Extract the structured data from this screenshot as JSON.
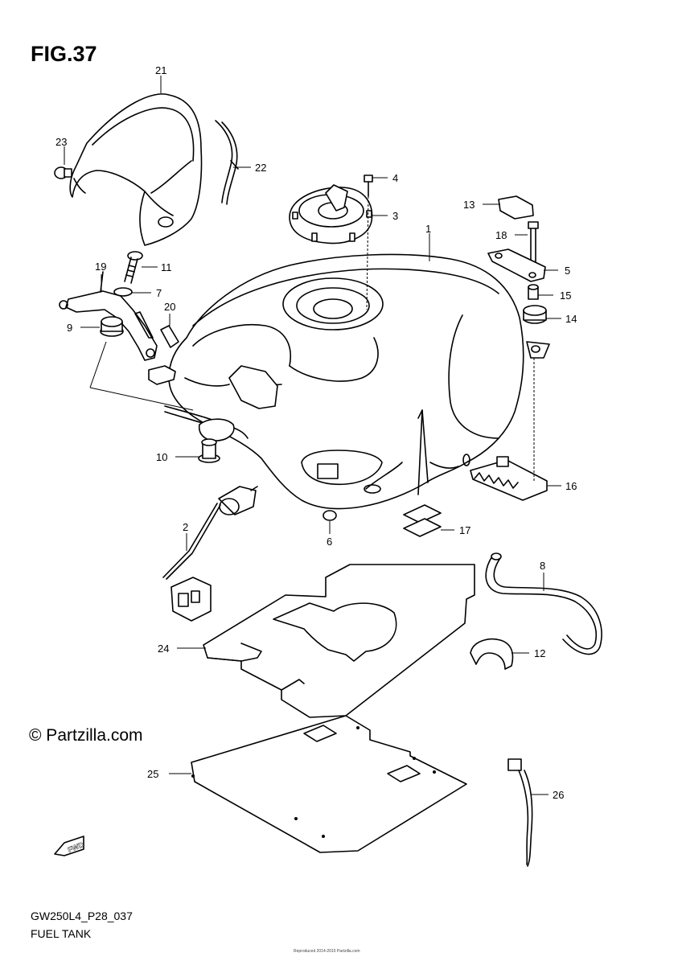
{
  "figure": {
    "title": "FIG.37",
    "model_code": "GW250L4_P28_037",
    "caption": "FUEL TANK",
    "watermark": "© Partzilla.com",
    "fwd_label": "FWD",
    "fine_print": "Reproduced 2014-2015 Partzilla.com"
  },
  "callouts": [
    {
      "id": "1"
    },
    {
      "id": "2"
    },
    {
      "id": "3"
    },
    {
      "id": "4"
    },
    {
      "id": "5"
    },
    {
      "id": "6"
    },
    {
      "id": "7"
    },
    {
      "id": "8"
    },
    {
      "id": "9"
    },
    {
      "id": "10"
    },
    {
      "id": "11"
    },
    {
      "id": "12"
    },
    {
      "id": "13"
    },
    {
      "id": "14"
    },
    {
      "id": "15"
    },
    {
      "id": "16"
    },
    {
      "id": "17"
    },
    {
      "id": "18"
    },
    {
      "id": "19"
    },
    {
      "id": "20"
    },
    {
      "id": "21"
    },
    {
      "id": "22"
    },
    {
      "id": "23"
    },
    {
      "id": "24"
    },
    {
      "id": "25"
    },
    {
      "id": "26"
    }
  ]
}
